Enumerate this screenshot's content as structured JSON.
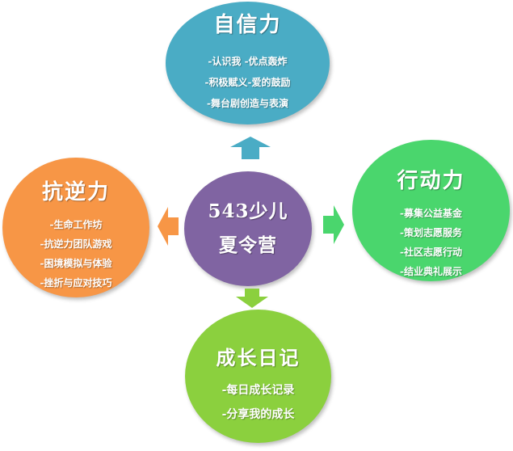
{
  "colors": {
    "top": "#4aacc5",
    "left": "#f79646",
    "right": "#4ad66d",
    "bottom": "#8bd03e",
    "center": "#8064a2"
  },
  "center": {
    "line1": "543少儿",
    "line2": "夏令营"
  },
  "nodes": {
    "top": {
      "title": "自信力",
      "items": [
        "-认识我 -优点轰炸",
        "-积极赋义-爱的鼓励",
        "-舞台剧创造与表演"
      ]
    },
    "left": {
      "title": "抗逆力",
      "items": [
        "-生命工作坊",
        "-抗逆力团队游戏",
        "-困境模拟与体验",
        "-挫折与应对技巧"
      ]
    },
    "right": {
      "title": "行动力",
      "items": [
        "-募集公益基金",
        "-策划志愿服务",
        "-社区志愿行动",
        "-结业典礼展示"
      ]
    },
    "bottom": {
      "title": "成长日记",
      "items": [
        "-每日成长记录",
        "-分享我的成长"
      ]
    }
  },
  "arrows": {
    "up": "arrow-up-icon",
    "left": "arrow-left-icon",
    "right": "arrow-right-icon",
    "down": "arrow-down-icon"
  }
}
